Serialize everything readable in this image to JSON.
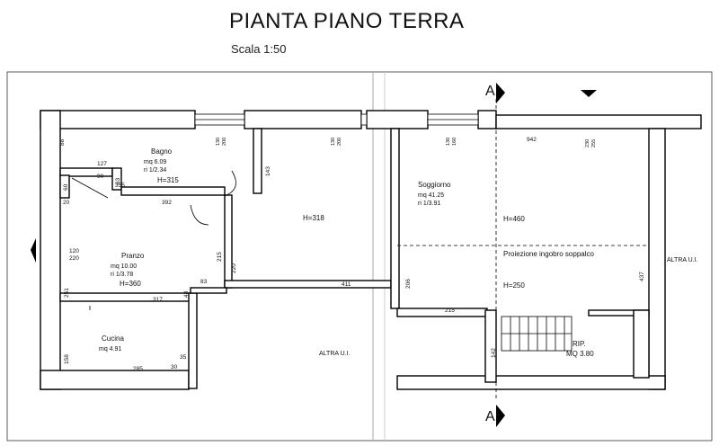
{
  "header": {
    "title": "PIANTA PIANO TERRA",
    "scale": "Scala 1:50"
  },
  "section_marker": "A",
  "rooms": {
    "bagno": {
      "name": "Bagno",
      "mq": "mq   6.09",
      "ri": "ri     1/2.34",
      "h": "H=315"
    },
    "pranzo": {
      "name": "Pranzo",
      "mq": "mq    10.00",
      "ri": "ri      1/3.78",
      "h": "H=360"
    },
    "cucina": {
      "name": "Cucina",
      "mq": "mq    4.91"
    },
    "soggiorno": {
      "name": "Soggiorno",
      "mq": "mq    41.25",
      "ri": "ri      1/3.91"
    },
    "rip": {
      "name": "RIP.",
      "mq": "MQ 3.80"
    }
  },
  "heights": {
    "corridor": "H=318",
    "soggiorno": "H=460",
    "soppalco": "H=250"
  },
  "labels": {
    "soppalco": "Proiezione ingobro soppalco",
    "altra": "ALTRA U.I."
  },
  "dims": {
    "d88": "88",
    "d127": "127",
    "d90": "90",
    "d63": "63",
    "d355": "355",
    "d60": "60",
    "d20": "20",
    "d392": "392",
    "d143": "143",
    "d942": "942",
    "d120": "120",
    "d220": "220",
    "d215a": "215",
    "d220b": "220",
    "d83": "83",
    "d48": "48",
    "d317": "317",
    "d251": "251",
    "d158": "158",
    "d285": "285",
    "d30": "30",
    "d35": "35",
    "d411": "411",
    "d206": "206",
    "d215b": "215",
    "d437": "437",
    "d142": "142",
    "w1a": "130",
    "w1b": "200",
    "w2a": "130",
    "w2b": "200",
    "w3a": "130",
    "w3b": "160",
    "w4a": "230",
    "w4b": "255"
  }
}
